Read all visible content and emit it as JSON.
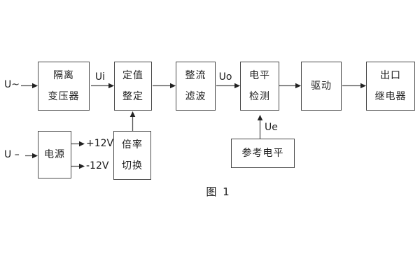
{
  "caption": "图 1",
  "inputs": {
    "ac": "U~",
    "dc": "U –"
  },
  "signals": {
    "ui": "Ui",
    "uo": "Uo",
    "ue": "Ue"
  },
  "rails": {
    "pos": "+12V",
    "neg": "-12V"
  },
  "blocks": {
    "isolation_transformer": {
      "line1": "隔离",
      "line2": "变压器"
    },
    "setpoint_adjust": {
      "line1": "定值",
      "line2": "整定"
    },
    "rectifier_filter": {
      "line1": "整流",
      "line2": "滤波"
    },
    "level_detect": {
      "line1": "电平",
      "line2": "检测"
    },
    "driver": {
      "line1": "驱动"
    },
    "output_relay": {
      "line1": "出口",
      "line2": "继电器"
    },
    "power_supply": {
      "line1": "电源"
    },
    "ratio_switch": {
      "line1": "倍率",
      "line2": "切换"
    },
    "reference_level": {
      "line1": "参考电平"
    }
  },
  "colors": {
    "line": "#555555",
    "arrowhead": "#222222",
    "border": "#4a4a4a",
    "text": "#1c1c1c",
    "background": "#ffffff"
  }
}
